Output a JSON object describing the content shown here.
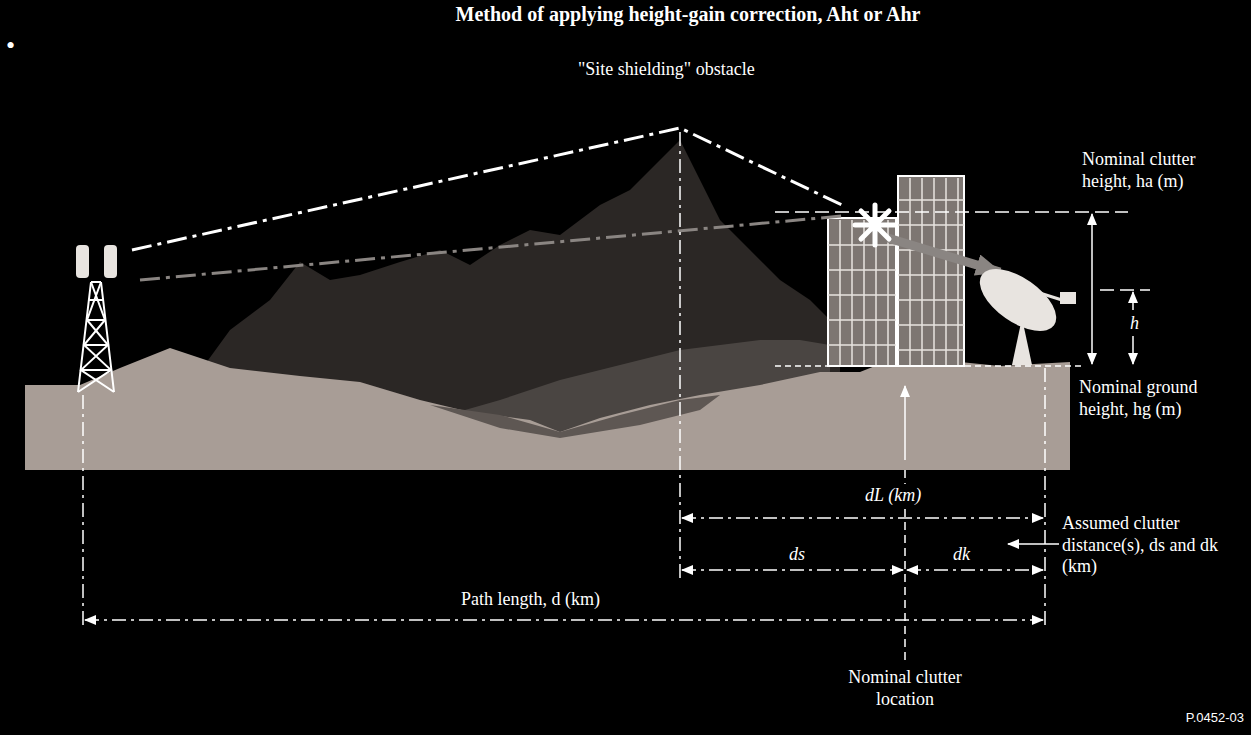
{
  "diagram": {
    "title": "Method of applying height-gain correction, Aht or Ahr",
    "labels": [
      "•",
      "\"Site shielding\" obstacle",
      "Nominal clutter height, ha (m)",
      "h",
      "Nominal ground height, hg (m)",
      "dL (km)",
      "ds",
      "dk",
      "Assumed clutter distance(s), ds and dk (km)",
      "Path length, d (km)",
      "Nominal clutter location",
      "P.0452-03"
    ]
  }
}
